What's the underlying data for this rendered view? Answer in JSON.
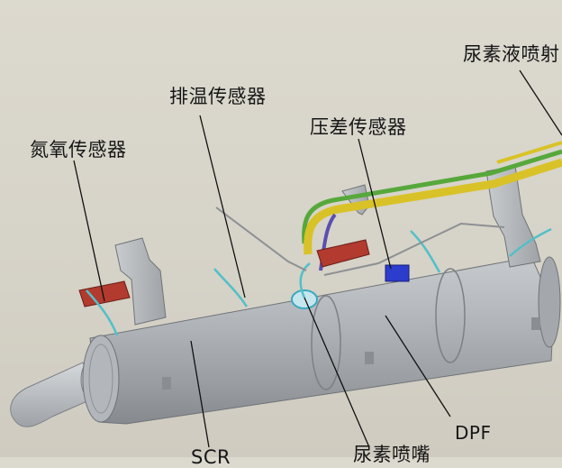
{
  "labels": {
    "urea_injector_pipe": "尿素液喷射",
    "exhaust_temp_sensor": "排温传感器",
    "diff_pressure_sensor": "压差传感器",
    "nox_sensor": "氮氧传感器",
    "dpf": "DPF",
    "scr": "SCR",
    "urea_nozzle": "尿素喷嘴"
  },
  "colors": {
    "body": "#a9adb2",
    "pipe_yellow": "#d9c227",
    "pipe_green": "#57a83b",
    "pipe_purple": "#5a4fb0",
    "sensor_red": "#b23a2e",
    "sensor_blue": "#2c3ccc",
    "wire_cyan": "#52c0c8"
  }
}
